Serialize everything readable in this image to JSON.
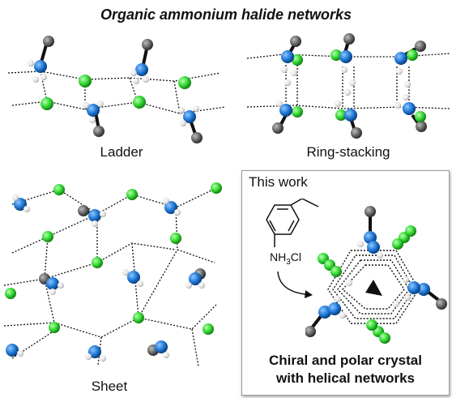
{
  "title": "Organic ammonium halide networks",
  "panels": {
    "ladder": {
      "label": "Ladder"
    },
    "ring_stacking": {
      "label": "Ring-stacking"
    },
    "sheet": {
      "label": "Sheet"
    }
  },
  "this_work": {
    "title": "This work",
    "formula_main": "NH",
    "formula_sub": "3",
    "formula_tail": "Cl",
    "caption_line1": "Chiral and polar crystal",
    "caption_line2": "with helical networks"
  },
  "colors": {
    "nitrogen": "#1f78d6",
    "chloride": "#2fd62f",
    "hydrogen": "#e6e6e6",
    "carbon": "#6b6b6b",
    "bond": "#111111"
  }
}
